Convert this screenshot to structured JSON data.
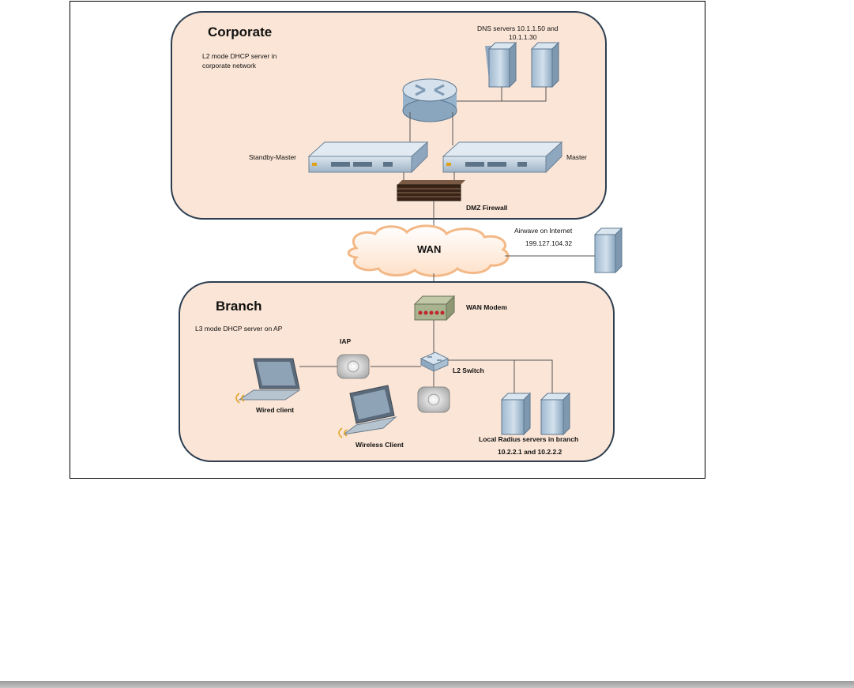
{
  "corporate": {
    "title": "Corporate",
    "description_line1": "L2 mode DHCP server  in",
    "description_line2": "corporate network",
    "dns_label_line1": "DNS  servers 10.1.1.50 and",
    "dns_label_line2": "10.1.1.30",
    "standby_label": "Standby-Master",
    "master_label": "Master",
    "firewall_label": "DMZ Firewall"
  },
  "wan": {
    "label": "WAN",
    "airwave_line1": "Airwave on Internet",
    "airwave_line2": "199.127.104.32"
  },
  "branch": {
    "title": "Branch",
    "description": "L3 mode DHCP server  on AP",
    "modem_label": "WAN Modem",
    "iap_label": "IAP",
    "switch_label": "L2 Switch",
    "wired_label": "Wired client",
    "wireless_label": "Wireless Client",
    "radius_line1": "Local Radius servers in branch",
    "radius_line2": "10.2.2.1 and 10.2.2.2"
  },
  "colors": {
    "zone_fill": "#fbe5d6",
    "zone_stroke": "#2c3e50",
    "device_blue": "#b8cde0",
    "line": "#555555"
  }
}
